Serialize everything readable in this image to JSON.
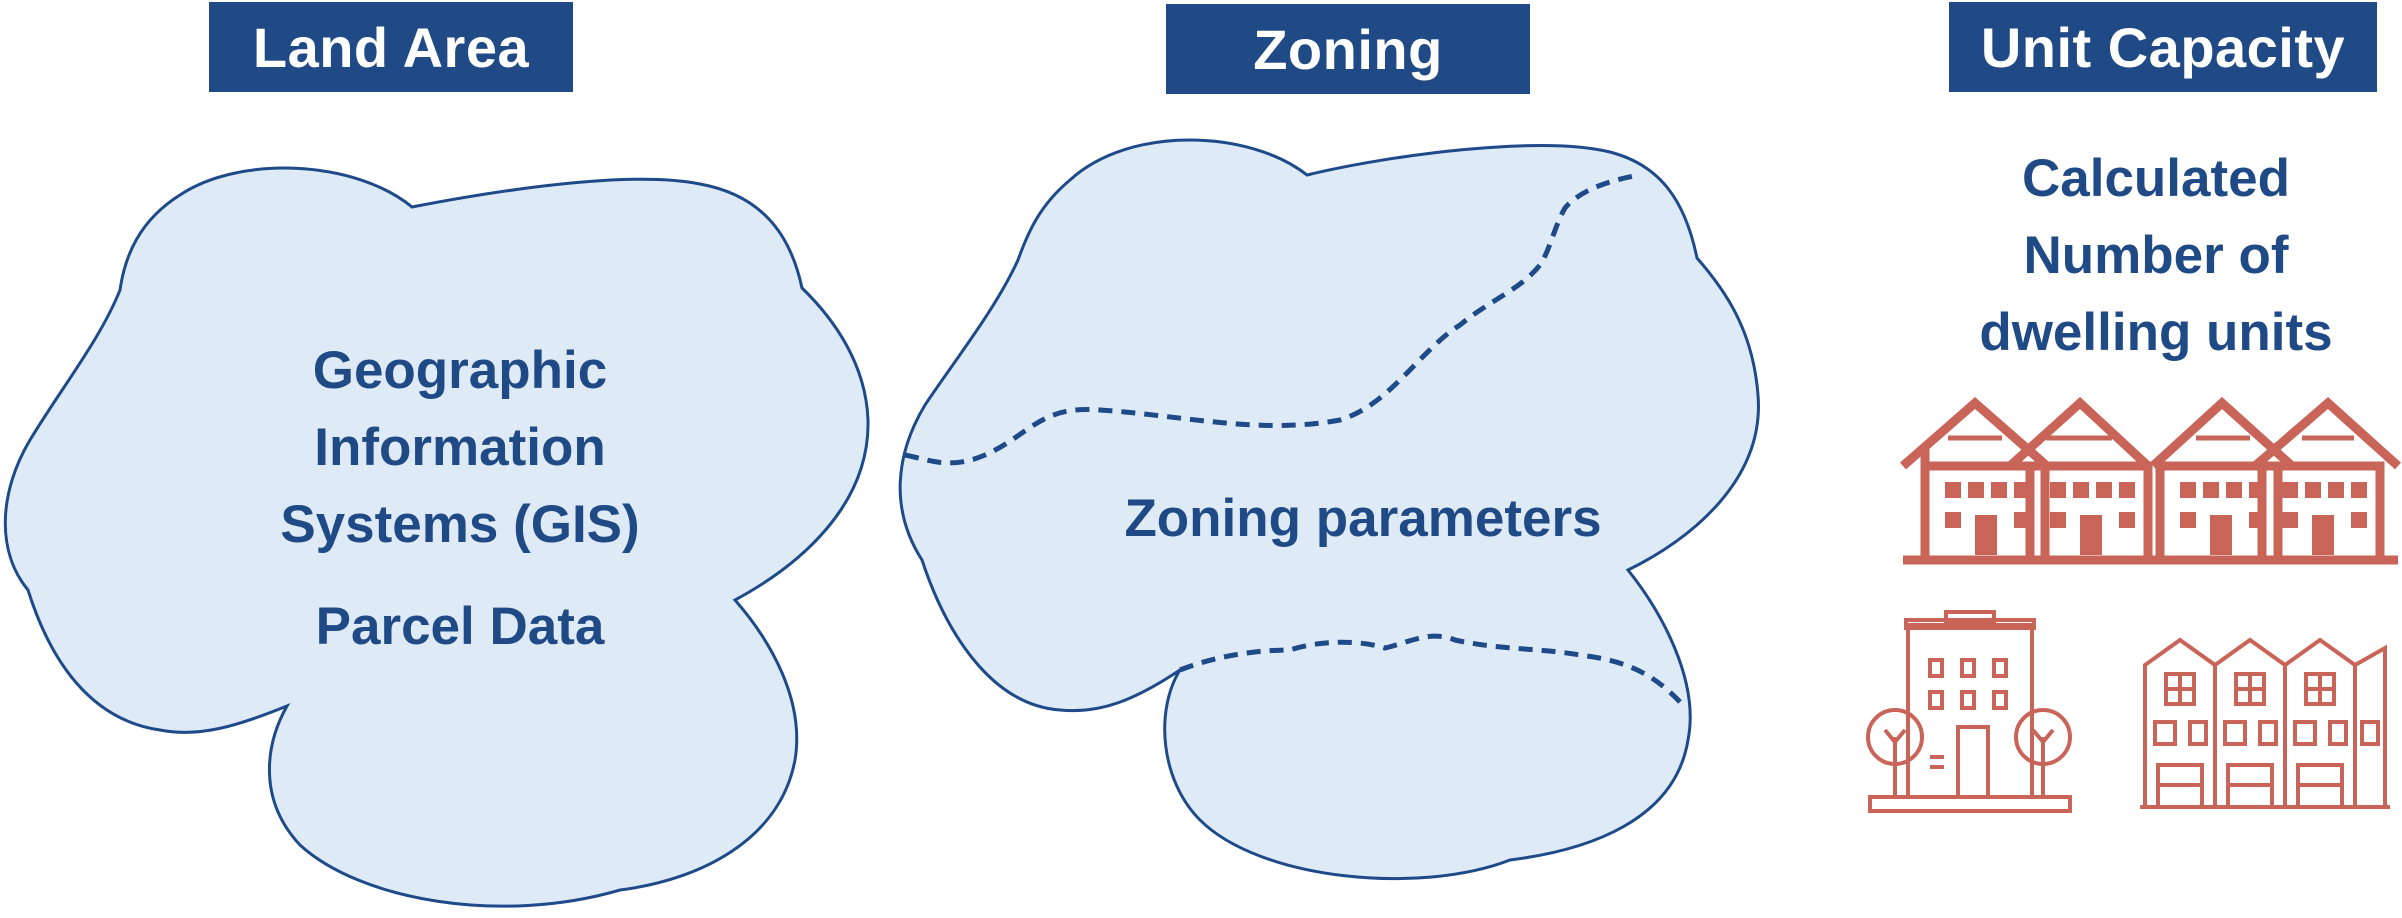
{
  "headers": {
    "land": "Land Area",
    "zoning": "Zoning",
    "unit": "Unit Capacity"
  },
  "land_cloud": {
    "line1": "Geographic",
    "line2": "Information",
    "line3": "Systems (GIS)",
    "parcel": "Parcel Data"
  },
  "zoning_cloud": {
    "label": "Zoning parameters"
  },
  "unit_capacity": {
    "line1": "Calculated",
    "line2": "Number of",
    "line3": "dwelling units"
  },
  "colors": {
    "header_bg": "#204a86",
    "text": "#1f4a85",
    "cloud_fill": "#deeaf5",
    "cloud_stroke": "#1e4a8a",
    "icon": "#c96459"
  },
  "icons": [
    "rowhouse-icon",
    "apartment-building-icon",
    "townhouse-icon"
  ]
}
